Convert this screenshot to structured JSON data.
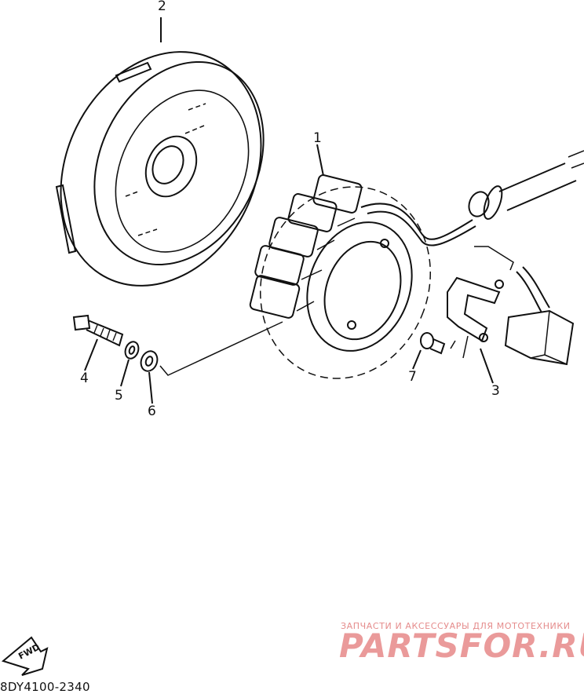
{
  "callouts": {
    "c1": "1",
    "c2": "2",
    "c3": "3",
    "c4": "4",
    "c5": "5",
    "c6": "6",
    "c7": "7"
  },
  "fwd_label": "FWD",
  "part_code": "8DY4100-2340",
  "watermark": {
    "tagline": "ЗАПЧАСТИ И АКСЕССУАРЫ ДЛЯ МОТОТЕХНИКИ",
    "logo": "PARTSFOR.RU",
    "color": "#e58c8c"
  },
  "line_color": "#111111"
}
